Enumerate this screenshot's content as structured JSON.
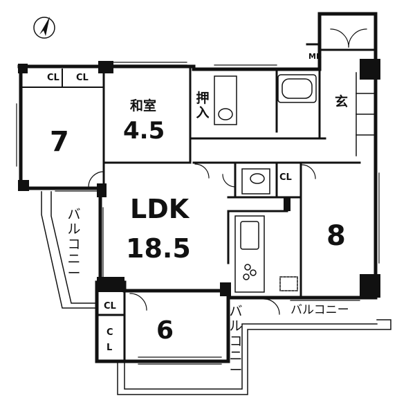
{
  "compass": {
    "label": "N",
    "icon": "north-arrow-icon"
  },
  "rooms": {
    "western_room_7": {
      "size": "7"
    },
    "japanese_room": {
      "name": "和室",
      "size": "4.5"
    },
    "ldk": {
      "name": "LDK",
      "size": "18.5"
    },
    "western_room_8": {
      "size": "8"
    },
    "western_room_6": {
      "size": "6"
    },
    "entrance": {
      "name": "玄"
    }
  },
  "labels": {
    "closet": "CL",
    "closet_vertical": [
      "C",
      "L"
    ],
    "oshiire": "押入",
    "meter_box": "MB",
    "balcony": "バルコニー"
  }
}
